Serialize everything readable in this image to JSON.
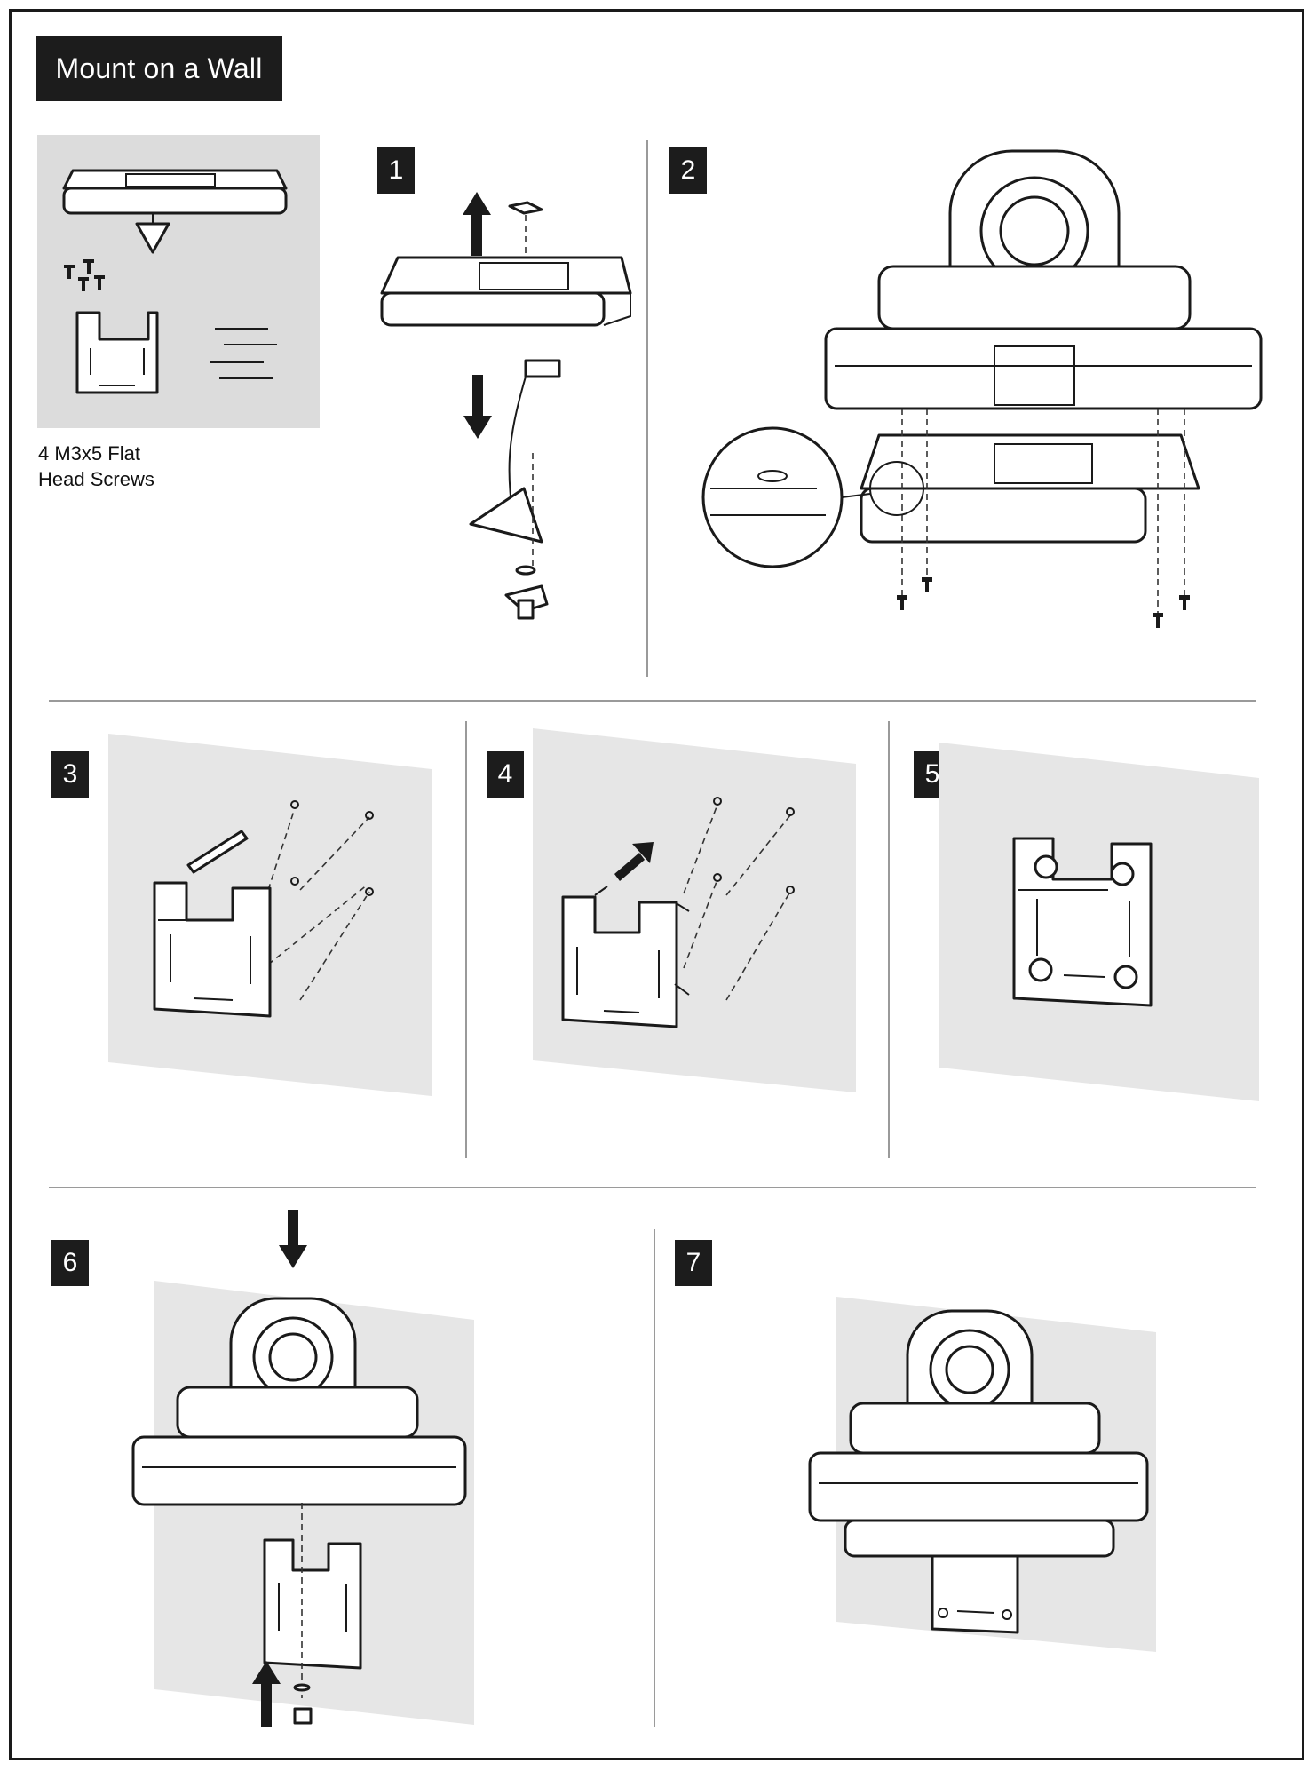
{
  "header": {
    "title": "Mount on a Wall"
  },
  "parts": {
    "caption_line1": "4 M3x5 Flat",
    "caption_line2": "Head Screws"
  },
  "steps": [
    {
      "number": "1"
    },
    {
      "number": "2"
    },
    {
      "number": "3"
    },
    {
      "number": "4"
    },
    {
      "number": "5"
    },
    {
      "number": "6"
    },
    {
      "number": "7"
    }
  ],
  "colors": {
    "ink": "#1a1a1a",
    "panel": "#dcdcdc",
    "wall": "#e6e6e6",
    "divider": "#9a9a9a"
  },
  "icons": [
    "arrow-up-icon",
    "arrow-down-icon",
    "arrow-diagonal-icon",
    "screw-icon",
    "camera-icon",
    "bracket-icon"
  ]
}
